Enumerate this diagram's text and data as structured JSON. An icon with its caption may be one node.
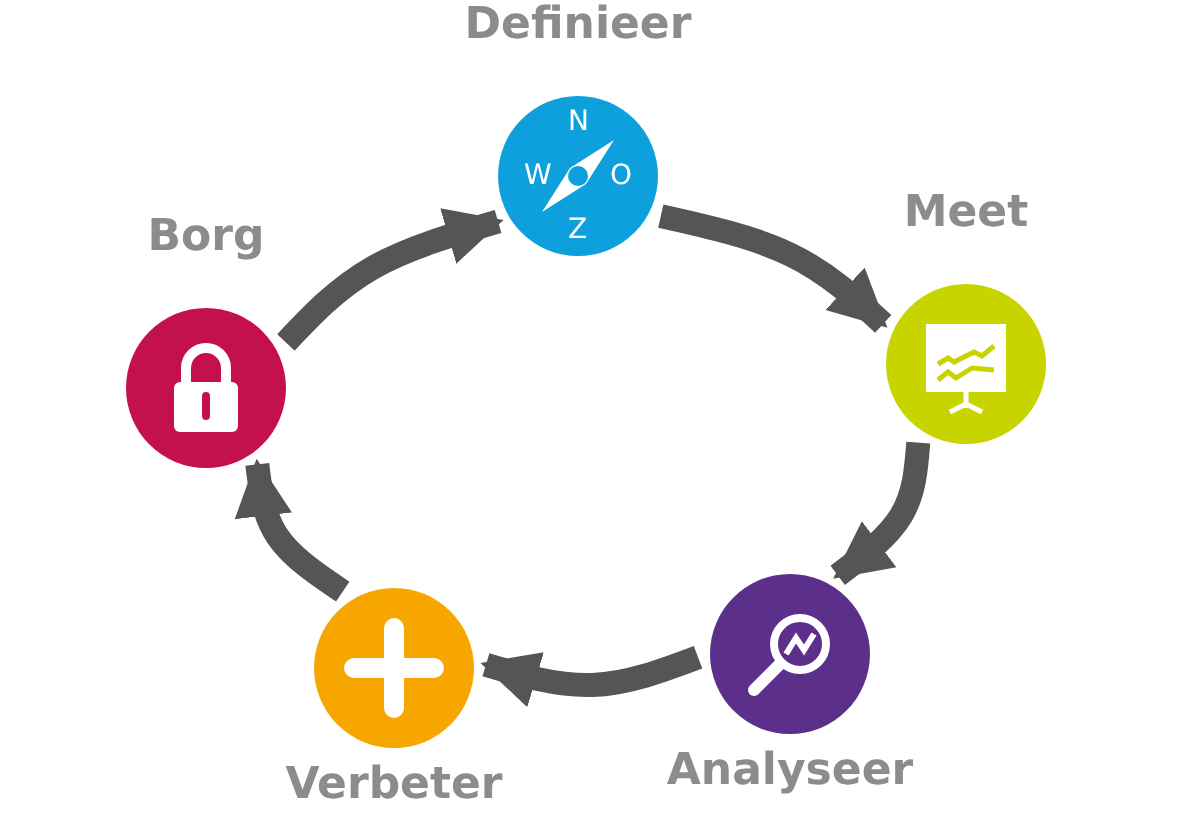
{
  "diagram": {
    "nodes": [
      {
        "text": [
          "Definieer"
        ]
      },
      {
        "text": [
          "Meet"
        ]
      },
      {
        "text": [
          "Analyseer"
        ]
      },
      {
        "text": [
          "Verbeter"
        ]
      },
      {
        "text": [
          "Borg"
        ]
      }
    ],
    "edges": [
      {
        "from": 0,
        "to": 1,
        "arrow": "to"
      },
      {
        "from": 1,
        "to": 2,
        "arrow": "to"
      },
      {
        "from": 2,
        "to": 3,
        "arrow": "to"
      },
      {
        "from": 3,
        "to": 4,
        "arrow": "to"
      },
      {
        "from": 4,
        "to": 0,
        "arrow": "to"
      }
    ],
    "labels": [
      "N",
      "W",
      "O",
      "Z"
    ]
  }
}
